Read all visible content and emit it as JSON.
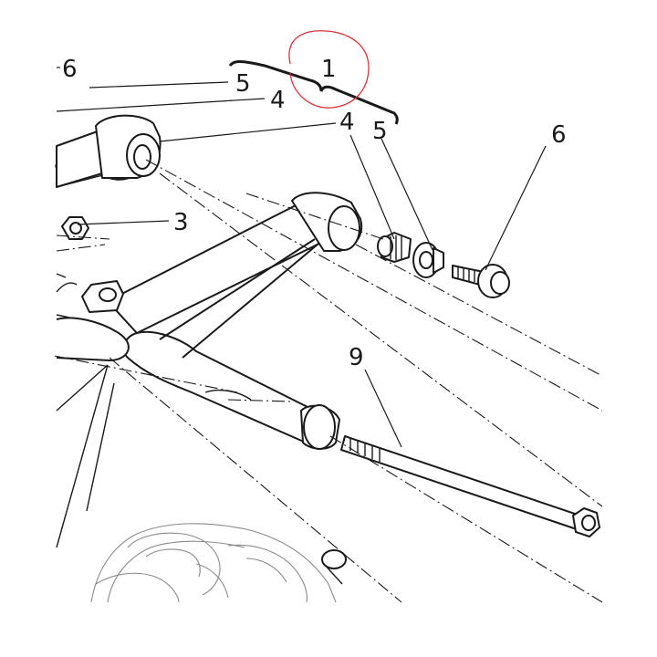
{
  "callouts": {
    "c1": "1",
    "c3": "3",
    "c4_upper": "4",
    "c4_lower": "4",
    "c5_upper": "5",
    "c5_lower": "5",
    "c6_upper": "6",
    "c6_lower": "6",
    "c9": "9"
  },
  "annotation_color": "#d9303a"
}
